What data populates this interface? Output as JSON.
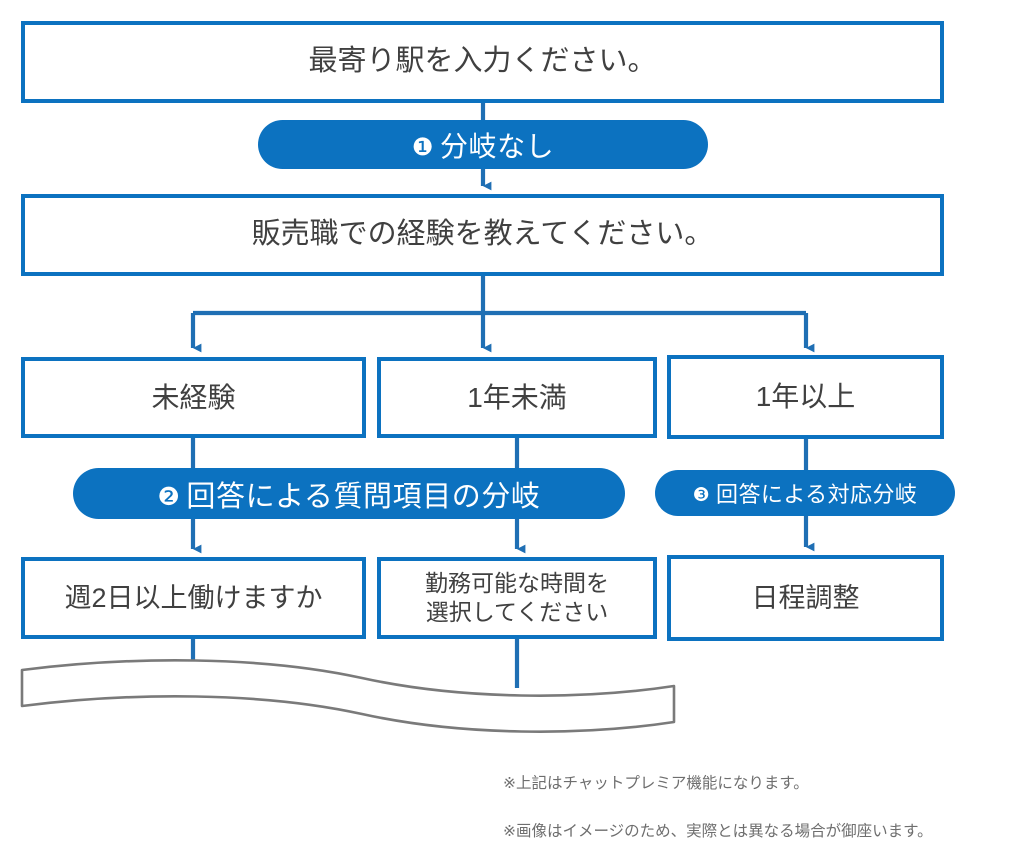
{
  "diagram": {
    "title_flow": "chat-bot question branching flow",
    "accent_color": "#0c72c0",
    "text_color": "#404040",
    "wave_color": "#7a7a7a",
    "nodes": [
      {
        "id": "station",
        "label": "最寄り駅を入力ください。"
      },
      {
        "id": "experience",
        "label": "販売職での経験を教えてください。"
      },
      {
        "id": "none",
        "label": "未経験"
      },
      {
        "id": "under1",
        "label": "1年未満"
      },
      {
        "id": "over1",
        "label": "1年以上"
      },
      {
        "id": "days",
        "label": "週2日以上働けますか"
      },
      {
        "id": "hours",
        "label": "勤務可能な時間を\n選択してください"
      },
      {
        "id": "schedule",
        "label": "日程調整"
      }
    ],
    "pills": [
      {
        "id": "no-branch",
        "number": "❶",
        "label": "分岐なし"
      },
      {
        "id": "question-branch",
        "number": "❷",
        "label": "回答による質問項目の分岐"
      },
      {
        "id": "response-branch",
        "number": "❸",
        "label": "回答による対応分岐"
      }
    ],
    "footnotes": [
      "※上記はチャットプレミア機能になります。",
      "※画像はイメージのため、実際とは異なる場合が御座います。"
    ]
  }
}
